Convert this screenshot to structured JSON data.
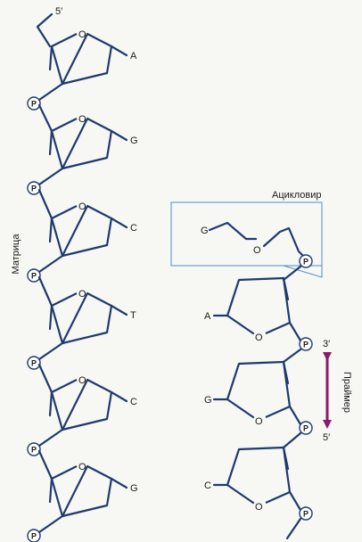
{
  "labels": {
    "five_prime_top": "5′",
    "template": "Матрица",
    "acyclovir": "Ацикловир",
    "primer": "Праймер",
    "three_prime": "3′",
    "five_prime": "5′"
  },
  "atoms": {
    "ring_oxygen": "O",
    "phosphate": "P"
  },
  "template_strand": {
    "bases": [
      "A",
      "G",
      "C",
      "T",
      "C",
      "G"
    ]
  },
  "primer_strand": {
    "bases": [
      "A",
      "G",
      "C"
    ]
  },
  "acyclovir": {
    "base": "G",
    "chain_oxygen": "O"
  },
  "colors": {
    "bonds": "#1f3a6e",
    "acyclovir_box": "#4d8fc9",
    "primer_arrow": "#8a1a6e"
  }
}
